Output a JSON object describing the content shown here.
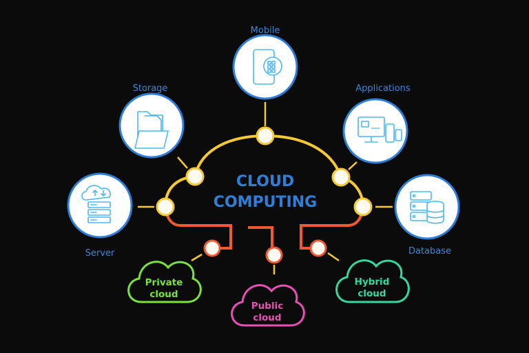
{
  "title": {
    "line1": "CLOUD",
    "line2": "COMPUTING"
  },
  "services": [
    {
      "label": "Mobile",
      "icon": "mobile-icon"
    },
    {
      "label": "Storage",
      "icon": "folder-icon"
    },
    {
      "label": "Applications",
      "icon": "devices-icon"
    },
    {
      "label": "Server",
      "icon": "server-icon"
    },
    {
      "label": "Database",
      "icon": "database-icon"
    }
  ],
  "cloud_types": [
    {
      "line1": "Private",
      "line2": "cloud",
      "color": "#7be23c"
    },
    {
      "line1": "Public",
      "line2": "cloud",
      "color": "#ea4fb6"
    },
    {
      "line1": "Hybrid",
      "line2": "cloud",
      "color": "#34d8a2"
    }
  ],
  "colors": {
    "cloud_outline": "#f5c933",
    "connector": "#ef5a32",
    "text": "#2f7fd8",
    "icon": "#4cb8f0"
  }
}
